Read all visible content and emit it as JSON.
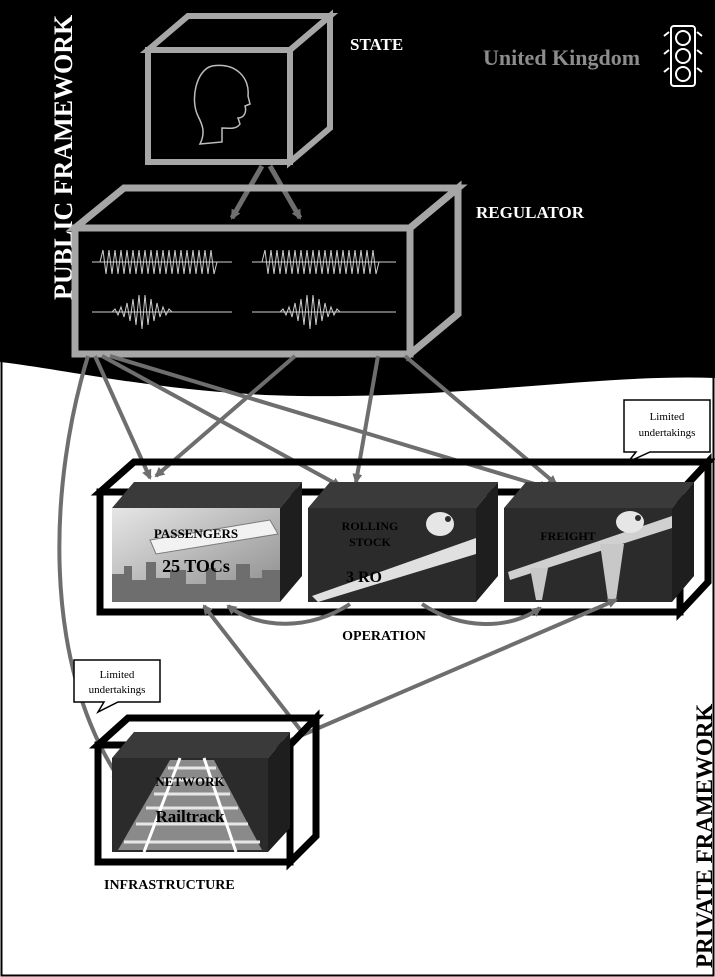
{
  "labels": {
    "state": "STATE",
    "country": "United Kingdom",
    "regulator": "REGULATOR",
    "public_framework": "PUBLIC FRAMEWORK",
    "private_framework": "PRIVATE FRAMEWORK",
    "operation": "OPERATION",
    "infrastructure": "INFRASTRUCTURE"
  },
  "callouts": {
    "operation_line1": "Limited",
    "operation_line2": "undertakings",
    "infrastructure_line1": "Limited",
    "infrastructure_line2": "undertakings"
  },
  "boxes": {
    "passengers_title": "PASSENGERS",
    "passengers_count": "25 TOCs",
    "rolling_title_1": "ROLLING",
    "rolling_title_2": "STOCK",
    "rolling_count": "3 RO",
    "freight_title": "FREIGHT",
    "network_title": "NETWORK",
    "network_operator": "Railtrack"
  },
  "colors": {
    "dark_region": "#000000",
    "frame_gray": "#a6a6a6",
    "arrow_gray": "#6e6e6e",
    "box_dark": "#2b2b2b",
    "label_white": "#ffffff",
    "country_gray": "#8c8c8c"
  }
}
